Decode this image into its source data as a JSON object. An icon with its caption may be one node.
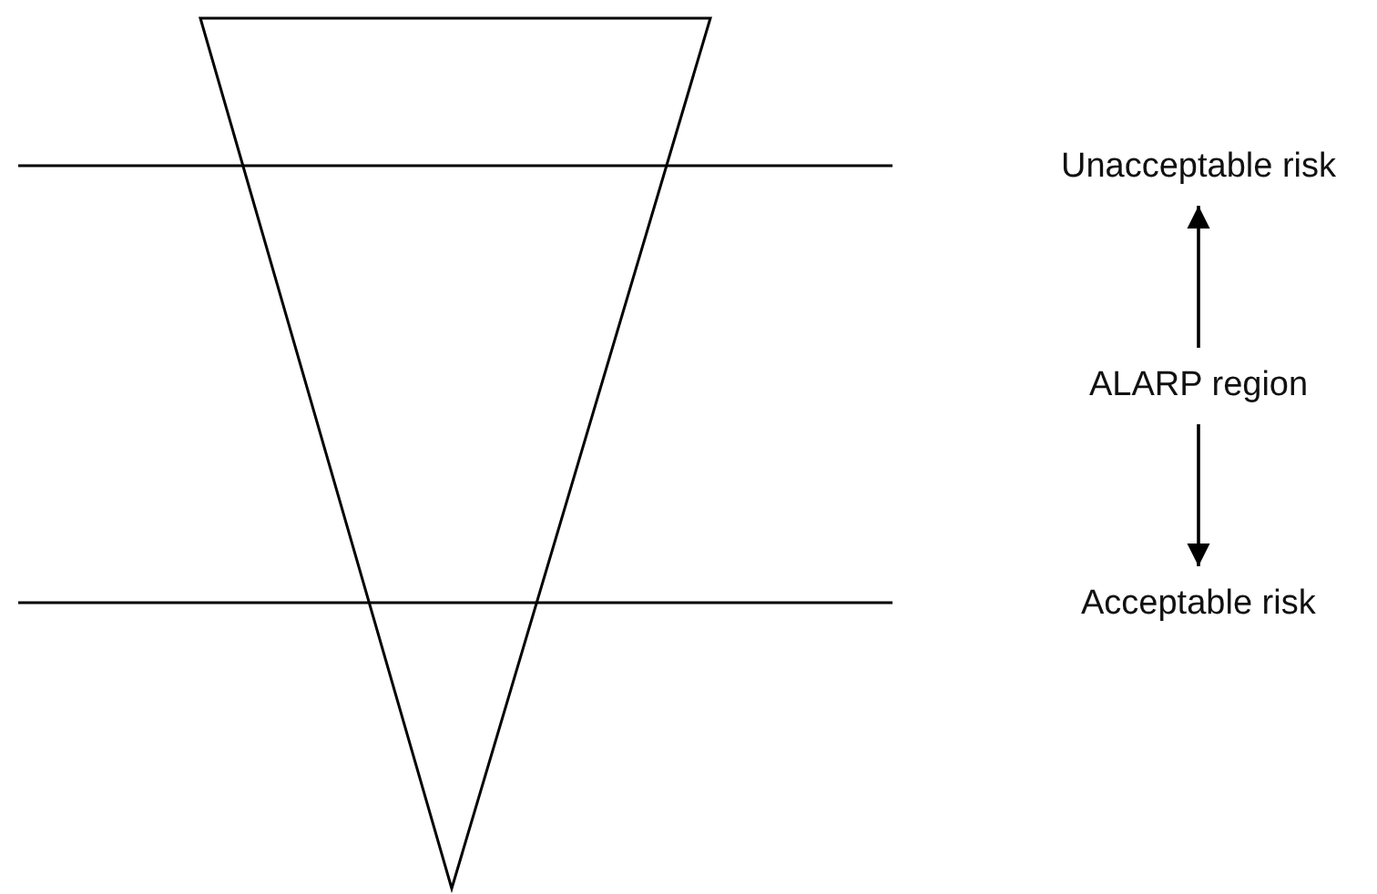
{
  "diagram": {
    "nodes": [
      {
        "text": [
          "Unacceptable risk"
        ]
      },
      {
        "text": [
          "ALARP region"
        ]
      },
      {
        "text": [
          "Acceptable risk"
        ]
      }
    ],
    "edges": [
      {
        "from": 1,
        "to": 0,
        "arrow": "to"
      },
      {
        "from": 1,
        "to": 2,
        "arrow": "to"
      }
    ]
  }
}
